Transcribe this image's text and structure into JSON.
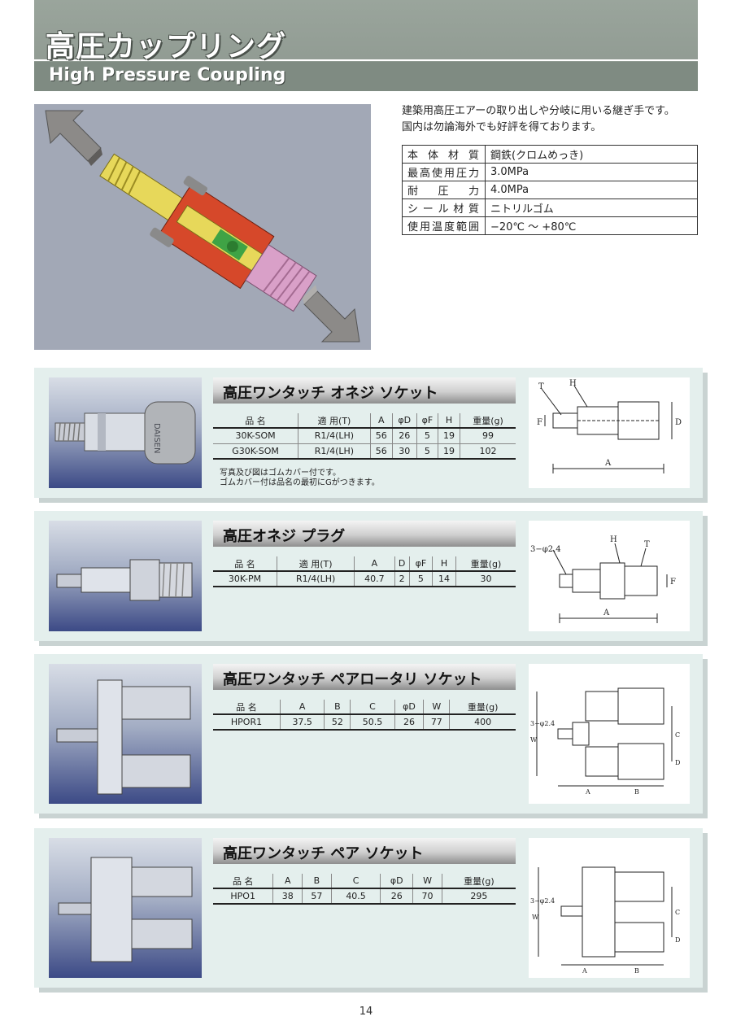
{
  "header": {
    "title": "高圧カップリング",
    "subtitle": "High Pressure Coupling"
  },
  "intro": {
    "line1": "建築用高圧エアーの取り出しや分岐に用いる継ぎ手です。",
    "line2": "国内は勿論海外でも好評を得ております。"
  },
  "spec": [
    {
      "key": "本体材質",
      "value": "鋼鉄(クロムめっき)"
    },
    {
      "key": "最高使用圧力",
      "value": "3.0MPa"
    },
    {
      "key": "耐圧力",
      "value": "4.0MPa"
    },
    {
      "key": "シール材質",
      "value": "ニトリルゴム"
    },
    {
      "key": "使用温度範囲",
      "value": "−20℃ 〜 +80℃"
    }
  ],
  "products": [
    {
      "title": "高圧ワンタッチ オネジ ソケット",
      "headers": [
        "品 名",
        "適 用(T)",
        "A",
        "φD",
        "φF",
        "H",
        "重量(g)"
      ],
      "rows": [
        [
          "30K-SOM",
          "R1/4(LH)",
          "56",
          "26",
          "5",
          "19",
          "99"
        ],
        [
          "G30K-SOM",
          "R1/4(LH)",
          "56",
          "30",
          "5",
          "19",
          "102"
        ]
      ],
      "notes": [
        "写真及び図はゴムカバー付です。",
        "ゴムカバー付は品名の最初にGがつきます。"
      ],
      "drawing_labels": {
        "t": "T",
        "h": "H",
        "f": "F",
        "d": "D",
        "a": "A"
      },
      "photo_text": "DAISEN"
    },
    {
      "title": "高圧オネジ プラグ",
      "headers": [
        "品 名",
        "適 用(T)",
        "A",
        "D",
        "φF",
        "H",
        "重量(g)"
      ],
      "rows": [
        [
          "30K-PM",
          "R1/4(LH)",
          "40.7",
          "2",
          "5",
          "14",
          "30"
        ]
      ],
      "drawing_labels": {
        "hole": "3−φ2.4",
        "h": "H",
        "t": "T",
        "f": "F",
        "a": "A"
      }
    },
    {
      "title": "高圧ワンタッチ ペアロータリ ソケット",
      "headers": [
        "品 名",
        "A",
        "B",
        "C",
        "φD",
        "W",
        "重量(g)"
      ],
      "rows": [
        [
          "HPOR1",
          "37.5",
          "52",
          "50.5",
          "26",
          "77",
          "400"
        ]
      ],
      "drawing_labels": {
        "hole": "3−φ2.4",
        "a": "A",
        "b": "B",
        "c": "C",
        "d": "D",
        "w": "W"
      }
    },
    {
      "title": "高圧ワンタッチ ペア ソケット",
      "headers": [
        "品 名",
        "A",
        "B",
        "C",
        "φD",
        "W",
        "重量(g)"
      ],
      "rows": [
        [
          "HPO1",
          "38",
          "57",
          "40.5",
          "26",
          "70",
          "295"
        ]
      ],
      "drawing_labels": {
        "hole": "3−φ2.4",
        "a": "A",
        "b": "B",
        "c": "C",
        "d": "D",
        "w": "W"
      }
    }
  ],
  "page_number": "14",
  "colors": {
    "header_band": "#8d978f",
    "panel_bg": "#e4efed",
    "hero_bg": "#9ea4b2",
    "photo_blue": "#3c4a86"
  }
}
